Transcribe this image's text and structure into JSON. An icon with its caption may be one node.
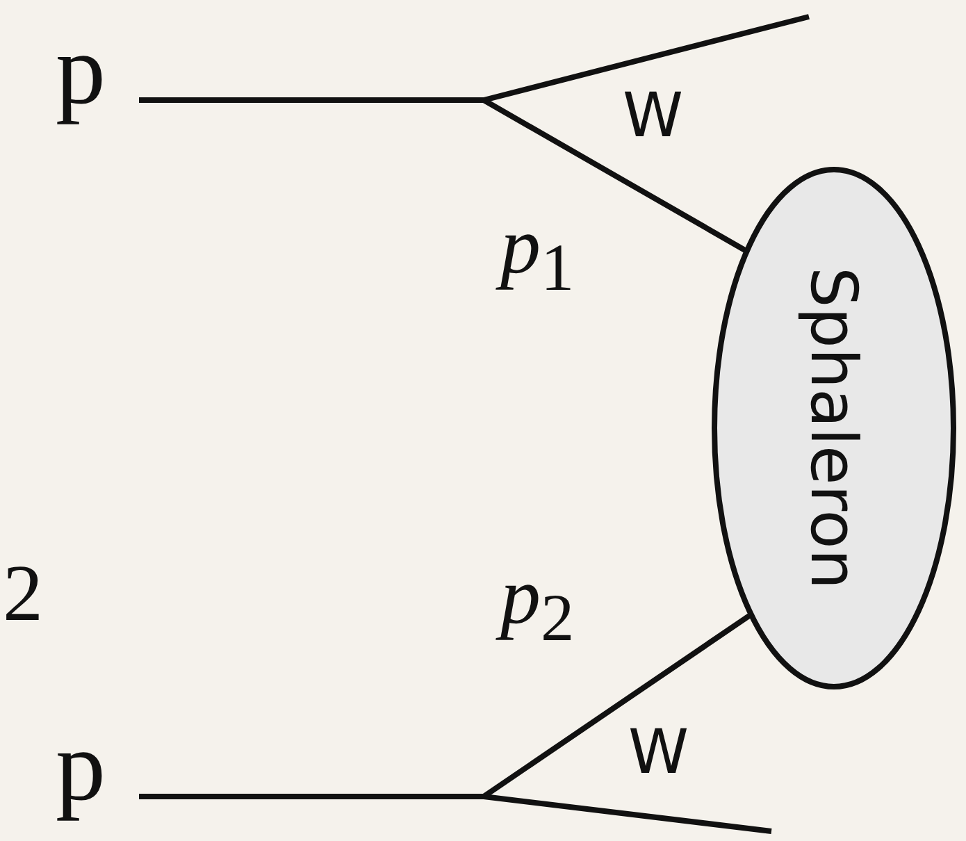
{
  "diagram": {
    "nodes": [
      {
        "text": [
          "p"
        ]
      },
      {
        "text": [
          "p"
        ]
      },
      {
        "text": [
          "Sphaleron"
        ]
      }
    ],
    "edges": [
      {
        "from": 0,
        "to": null,
        "arrow": "none"
      },
      {
        "from": 0,
        "to": 2,
        "arrow": "none"
      },
      {
        "from": 1,
        "to": 2,
        "arrow": "none"
      },
      {
        "from": 1,
        "to": null,
        "arrow": "none"
      }
    ],
    "labels": [
      "W",
      "*p*$_{1}$",
      "2",
      "*p*$_{2}$",
      "W"
    ]
  }
}
